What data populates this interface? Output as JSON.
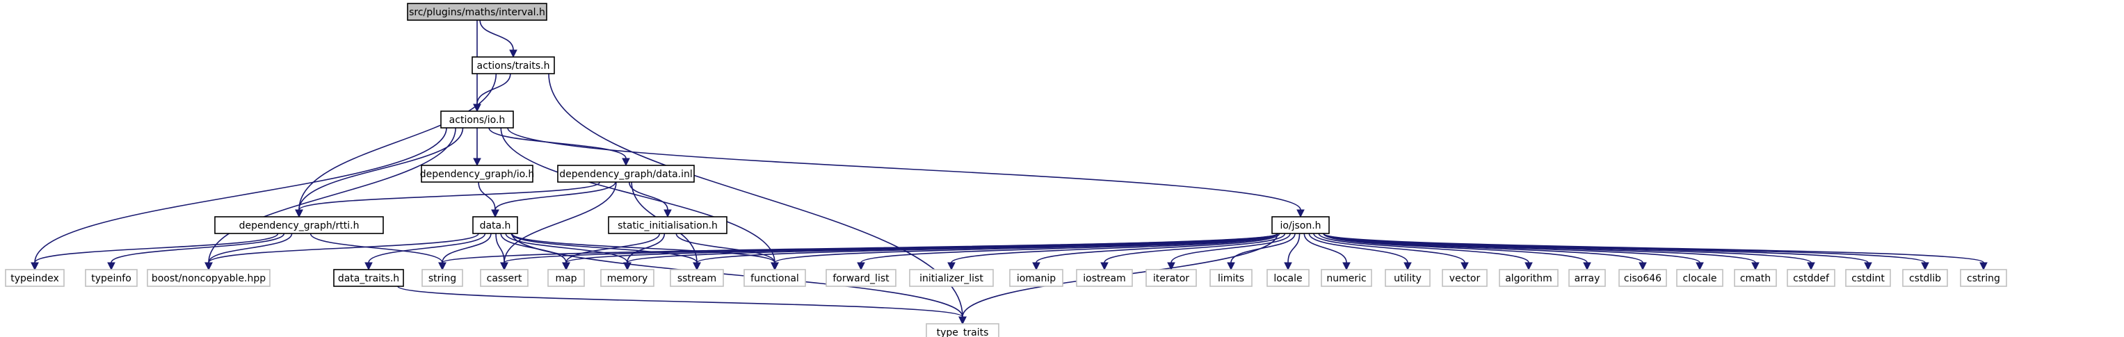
{
  "graph": {
    "nodes": [
      {
        "id": "interval",
        "label": "src/plugins/maths/interval.h",
        "kind": "root"
      },
      {
        "id": "traits",
        "label": "actions/traits.h",
        "kind": "local"
      },
      {
        "id": "io",
        "label": "actions/io.h",
        "kind": "local"
      },
      {
        "id": "dg_io",
        "label": "dependency_graph/io.h",
        "kind": "local"
      },
      {
        "id": "dg_data_inl",
        "label": "dependency_graph/data.inl",
        "kind": "local"
      },
      {
        "id": "rtti",
        "label": "dependency_graph/rtti.h",
        "kind": "local"
      },
      {
        "id": "data",
        "label": "data.h",
        "kind": "local"
      },
      {
        "id": "static_init",
        "label": "static_initialisation.h",
        "kind": "local"
      },
      {
        "id": "json",
        "label": "io/json.h",
        "kind": "local"
      },
      {
        "id": "data_traits",
        "label": "data_traits.h",
        "kind": "local"
      },
      {
        "id": "typeindex",
        "label": "typeindex",
        "kind": "system"
      },
      {
        "id": "typeinfo",
        "label": "typeinfo",
        "kind": "system"
      },
      {
        "id": "noncopyable",
        "label": "boost/noncopyable.hpp",
        "kind": "system"
      },
      {
        "id": "string",
        "label": "string",
        "kind": "system"
      },
      {
        "id": "cassert",
        "label": "cassert",
        "kind": "system"
      },
      {
        "id": "map",
        "label": "map",
        "kind": "system"
      },
      {
        "id": "memory",
        "label": "memory",
        "kind": "system"
      },
      {
        "id": "sstream",
        "label": "sstream",
        "kind": "system"
      },
      {
        "id": "functional",
        "label": "functional",
        "kind": "system"
      },
      {
        "id": "forward_list",
        "label": "forward_list",
        "kind": "system"
      },
      {
        "id": "initializer_list",
        "label": "initializer_list",
        "kind": "system"
      },
      {
        "id": "iomanip",
        "label": "iomanip",
        "kind": "system"
      },
      {
        "id": "iostream",
        "label": "iostream",
        "kind": "system"
      },
      {
        "id": "iterator",
        "label": "iterator",
        "kind": "system"
      },
      {
        "id": "limits",
        "label": "limits",
        "kind": "system"
      },
      {
        "id": "locale",
        "label": "locale",
        "kind": "system"
      },
      {
        "id": "numeric",
        "label": "numeric",
        "kind": "system"
      },
      {
        "id": "utility",
        "label": "utility",
        "kind": "system"
      },
      {
        "id": "vector",
        "label": "vector",
        "kind": "system"
      },
      {
        "id": "algorithm",
        "label": "algorithm",
        "kind": "system"
      },
      {
        "id": "array",
        "label": "array",
        "kind": "system"
      },
      {
        "id": "ciso646",
        "label": "ciso646",
        "kind": "system"
      },
      {
        "id": "clocale",
        "label": "clocale",
        "kind": "system"
      },
      {
        "id": "cmath",
        "label": "cmath",
        "kind": "system"
      },
      {
        "id": "cstddef",
        "label": "cstddef",
        "kind": "system"
      },
      {
        "id": "cstdint",
        "label": "cstdint",
        "kind": "system"
      },
      {
        "id": "cstdlib",
        "label": "cstdlib",
        "kind": "system"
      },
      {
        "id": "cstring",
        "label": "cstring",
        "kind": "system"
      },
      {
        "id": "type_traits",
        "label": "type_traits",
        "kind": "system"
      }
    ],
    "edges": [
      [
        "interval",
        "traits"
      ],
      [
        "interval",
        "io"
      ],
      [
        "traits",
        "io"
      ],
      [
        "traits",
        "rtti"
      ],
      [
        "traits",
        "type_traits"
      ],
      [
        "io",
        "dg_io"
      ],
      [
        "io",
        "dg_data_inl"
      ],
      [
        "io",
        "rtti"
      ],
      [
        "io",
        "json"
      ],
      [
        "io",
        "typeindex"
      ],
      [
        "io",
        "noncopyable"
      ],
      [
        "io",
        "functional"
      ],
      [
        "dg_io",
        "data"
      ],
      [
        "dg_data_inl",
        "rtti"
      ],
      [
        "dg_data_inl",
        "data"
      ],
      [
        "dg_data_inl",
        "static_init"
      ],
      [
        "dg_data_inl",
        "cassert"
      ],
      [
        "dg_data_inl",
        "sstream"
      ],
      [
        "rtti",
        "typeindex"
      ],
      [
        "rtti",
        "typeinfo"
      ],
      [
        "rtti",
        "noncopyable"
      ],
      [
        "rtti",
        "string"
      ],
      [
        "data",
        "noncopyable"
      ],
      [
        "data",
        "data_traits"
      ],
      [
        "data",
        "string"
      ],
      [
        "data",
        "cassert"
      ],
      [
        "data",
        "map"
      ],
      [
        "data",
        "memory"
      ],
      [
        "data",
        "sstream"
      ],
      [
        "data",
        "functional"
      ],
      [
        "data",
        "type_traits"
      ],
      [
        "static_init",
        "map"
      ],
      [
        "static_init",
        "memory"
      ],
      [
        "static_init",
        "functional"
      ],
      [
        "json",
        "string"
      ],
      [
        "json",
        "cassert"
      ],
      [
        "json",
        "map"
      ],
      [
        "json",
        "memory"
      ],
      [
        "json",
        "sstream"
      ],
      [
        "json",
        "functional"
      ],
      [
        "json",
        "forward_list"
      ],
      [
        "json",
        "initializer_list"
      ],
      [
        "json",
        "iomanip"
      ],
      [
        "json",
        "iostream"
      ],
      [
        "json",
        "iterator"
      ],
      [
        "json",
        "limits"
      ],
      [
        "json",
        "locale"
      ],
      [
        "json",
        "numeric"
      ],
      [
        "json",
        "utility"
      ],
      [
        "json",
        "vector"
      ],
      [
        "json",
        "type_traits"
      ],
      [
        "json",
        "algorithm"
      ],
      [
        "json",
        "array"
      ],
      [
        "json",
        "ciso646"
      ],
      [
        "json",
        "clocale"
      ],
      [
        "json",
        "cmath"
      ],
      [
        "json",
        "cstddef"
      ],
      [
        "json",
        "cstdint"
      ],
      [
        "json",
        "cstdlib"
      ],
      [
        "json",
        "cstring"
      ],
      [
        "data_traits",
        "type_traits"
      ]
    ],
    "colors": {
      "edge": "#191970",
      "root_fill": "#bfbfbf",
      "local_border": "#000000",
      "system_border": "#bfbfbf",
      "fill": "#ffffff"
    }
  }
}
